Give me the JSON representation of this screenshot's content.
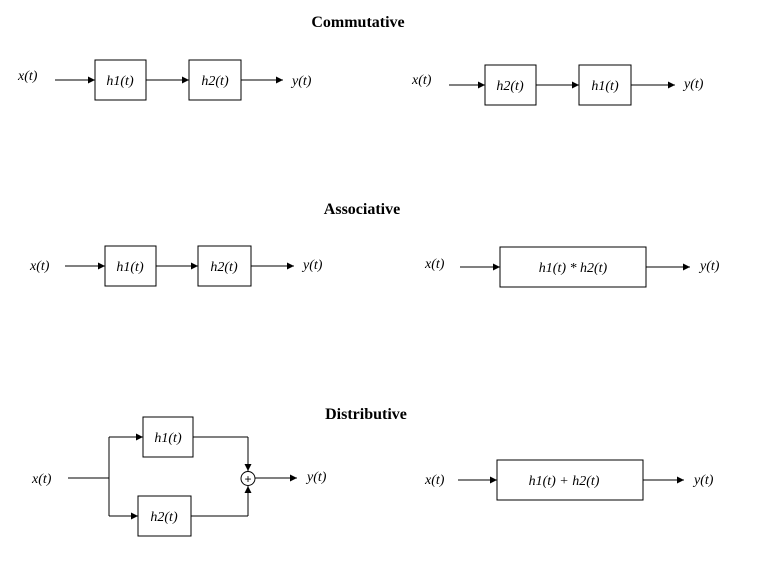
{
  "sections": {
    "commutative": {
      "title": "Commutative",
      "left": {
        "input": "x(t)",
        "blocks": [
          "h1(t)",
          "h2(t)"
        ],
        "output": "y(t)"
      },
      "right": {
        "input": "x(t)",
        "blocks": [
          "h2(t)",
          "h1(t)"
        ],
        "output": "y(t)"
      }
    },
    "associative": {
      "title": "Associative",
      "left": {
        "input": "x(t)",
        "blocks": [
          "h1(t)",
          "h2(t)"
        ],
        "output": "y(t)"
      },
      "right": {
        "input": "x(t)",
        "block": "h1(t) * h2(t)",
        "output": "y(t)"
      }
    },
    "distributive": {
      "title": "Distributive",
      "left": {
        "input": "x(t)",
        "upper_block": "h1(t)",
        "lower_block": "h2(t)",
        "adder": "+",
        "output": "y(t)"
      },
      "right": {
        "input": "x(t)",
        "block": "h1(t) + h2(t)",
        "output": "y(t)"
      }
    }
  }
}
